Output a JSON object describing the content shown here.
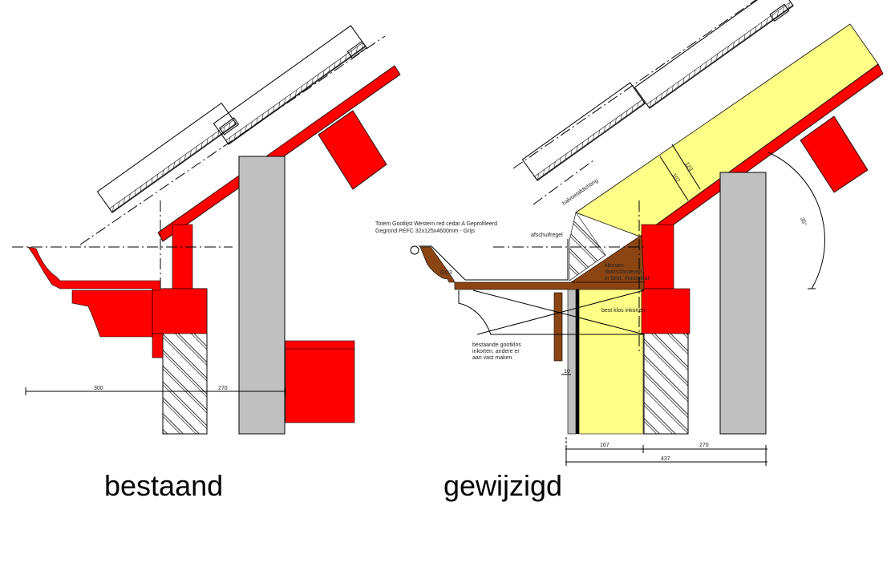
{
  "colors": {
    "red": "#ff0000",
    "brown": "#8b4513",
    "yellow": "#ffff88",
    "grey": "#c0c0c0"
  },
  "existing": {
    "title": "bestaand",
    "dimensions": [
      "300",
      "270"
    ]
  },
  "modified": {
    "title": "gewijzigd",
    "gutter_note": [
      "Totem Gootlijst Western red cedar A Geprofileerd",
      "Gegrond PEFC 32x125x4600mm - Grijs"
    ],
    "gutter_code": "GO3",
    "bevel_label": "afschuifregel",
    "underlay_label": "halvoetafdichting",
    "blocks_note": [
      "klossen",
      "doorschroeven",
      "in best. muurplaat"
    ],
    "existing_block_note": "best klos inkorten",
    "gutter_block_note": [
      "bestaande gootklos",
      "inkorten, andere er",
      "aan vast maken"
    ],
    "insulation_dims": [
      "107",
      "123"
    ],
    "angle": "35°",
    "small_dim": "10",
    "dimensions": [
      "167",
      "270",
      "437"
    ]
  }
}
